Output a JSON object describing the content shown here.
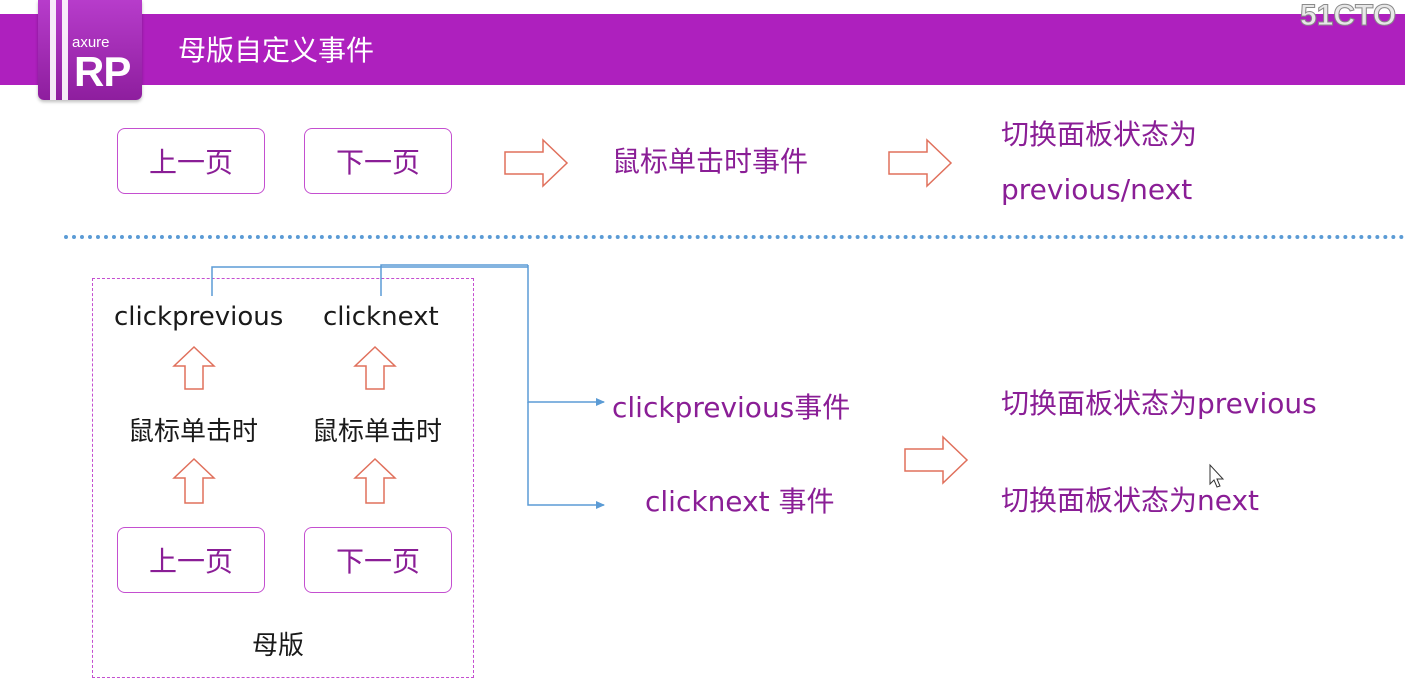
{
  "header": {
    "title": "母版自定义事件",
    "logo_small": "axure",
    "logo_big": "RP",
    "watermark": "51CTO"
  },
  "top_row": {
    "prev_button": "上一页",
    "next_button": "下一页",
    "event_label": "鼠标单击时事件",
    "result_line1": "切换面板状态为",
    "result_line2": "previous/next"
  },
  "master": {
    "label_click_previous": "clickprevious",
    "label_click_next": "clicknext",
    "mouse_click_left": "鼠标单击时",
    "mouse_click_right": "鼠标单击时",
    "prev_button": "上一页",
    "next_button": "下一页",
    "caption": "母版"
  },
  "events": {
    "click_previous_event": "clickprevious事件",
    "click_next_event": "clicknext 事件",
    "result_previous": "切换面板状态为previous",
    "result_next": "切换面板状态为next"
  },
  "colors": {
    "header": "#ae20be",
    "accent_text": "#8a1e96",
    "button_border": "#c44fd0",
    "arrow": "#e0705c",
    "connector": "#5b9bd5"
  }
}
